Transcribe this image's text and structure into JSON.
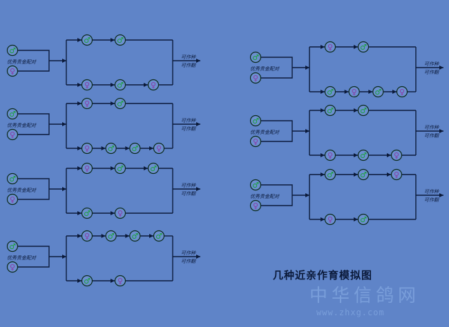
{
  "title": "几种近亲作育模拟图",
  "pair_label": "优秀贵金配对",
  "output_top": "可作种",
  "output_bottom": "可作翻",
  "watermark_main": "中华信鸽网",
  "watermark_url": "www.zhxg.com",
  "symbols": {
    "male": "♂",
    "female": "♀"
  },
  "colors": {
    "background": "#5f84c8",
    "line": "#0b1a3a",
    "male": "#1aa33a",
    "female": "#8a3aa8"
  },
  "diagrams": [
    {
      "top": [
        "♂",
        "♂"
      ],
      "bottom": [
        "♀",
        "♂",
        "♀"
      ]
    },
    {
      "top": [
        "♀",
        "♂"
      ],
      "bottom": [
        "♀",
        "♂",
        "♂",
        "♀"
      ]
    },
    {
      "top": [
        "♀",
        "♂",
        "♂"
      ],
      "bottom": [
        "♂",
        "♀"
      ]
    },
    {
      "top": [
        "♀",
        "♂",
        "♂",
        "♂"
      ],
      "bottom": [
        "♂",
        "♀"
      ]
    },
    {
      "top": [
        "♀",
        "♂"
      ],
      "bottom": [
        "♂",
        "♀",
        "♂",
        "♀"
      ]
    },
    {
      "top": [
        "♂",
        "♂"
      ],
      "bottom": [
        "♀",
        "♂",
        "♀"
      ]
    },
    {
      "top": [
        "♂",
        "♂",
        "♀"
      ],
      "bottom": [
        "♀",
        "♂"
      ]
    }
  ]
}
